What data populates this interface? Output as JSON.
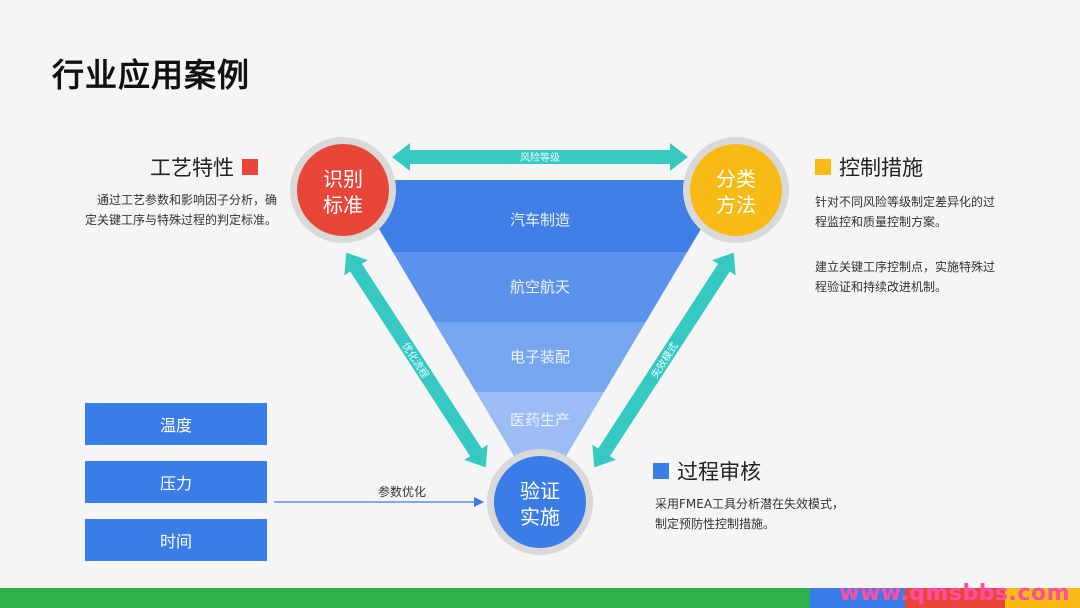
{
  "title": "行业应用案例",
  "circles": {
    "left": {
      "line1": "识别",
      "line2": "标准",
      "color": "#e9463a"
    },
    "right": {
      "line1": "分类",
      "line2": "方法",
      "color": "#f8bb15"
    },
    "bottom": {
      "line1": "验证",
      "line2": "实施",
      "color": "#3b7de8"
    }
  },
  "arrows": {
    "top": "风险等级",
    "left": "优化流程",
    "right": "失效模式"
  },
  "layers": [
    "汽车制造",
    "航空航天",
    "电子装配",
    "医药生产"
  ],
  "left_panel": {
    "heading": "工艺特性",
    "desc_line1": "通过工艺参数和影响因子分析，确",
    "desc_line2": "定关键工序与特殊过程的判定标准。"
  },
  "right_panel": {
    "heading": "控制措施",
    "desc1_line1": "针对不同风险等级制定差异化的过",
    "desc1_line2": "程监控和质量控制方案。",
    "desc2_line1": "建立关键工序控制点，实施特殊过",
    "desc2_line2": "程验证和持续改进机制。"
  },
  "bottom_panel": {
    "heading": "过程审核",
    "desc_line1": "采用FMEA工具分析潜在失效模式，",
    "desc_line2": "制定预防性控制措施。"
  },
  "factors": [
    "温度",
    "压力",
    "时间"
  ],
  "factor_arrow_label": "参数优化",
  "watermark": "www.qmsbbs.com",
  "colors": {
    "red": "#e9463a",
    "yellow": "#f8bb15",
    "blue": "#3b7de8",
    "teal": "#35c9c2",
    "green": "#2fb24c"
  }
}
